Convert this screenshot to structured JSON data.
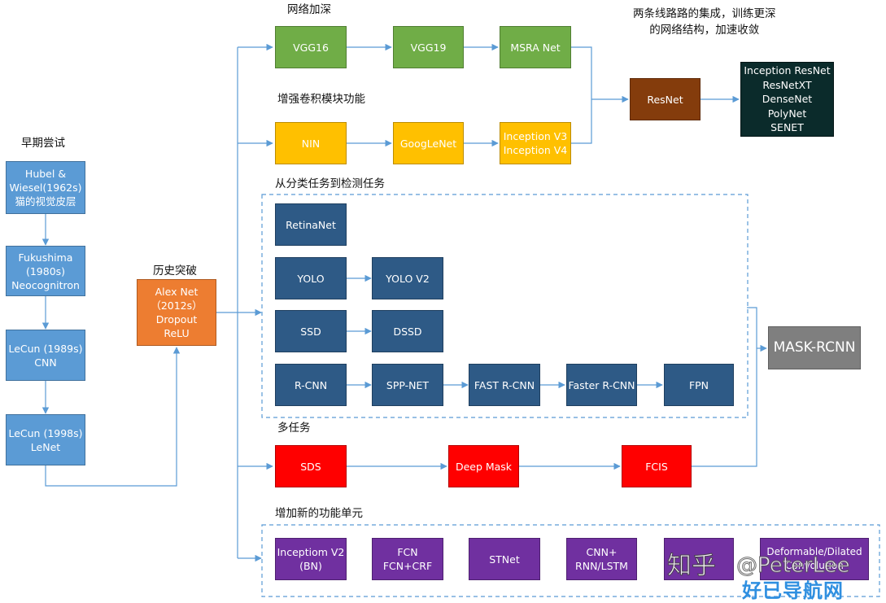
{
  "sections": {
    "early": "早期尝试",
    "breakthrough": "历史突破",
    "deeper": "网络加深",
    "conv_module": "增强卷积模块功能",
    "merge_note": "两条线路路的集成，训练更深\n的网络结构，加速收敛",
    "detection": "从分类任务到检测任务",
    "multitask": "多任务",
    "new_units": "增加新的功能单元"
  },
  "nodes": {
    "hubel": "Hubel &\nWiesel(1962s)\n猫的视觉皮层",
    "fukushima": "Fukushima\n(1980s)\nNeocognitron",
    "lecun89": "LeCun (1989s)\nCNN",
    "lecun98": "LeCun (1998s)\nLeNet",
    "alexnet": "Alex Net\n（2012s）\nDropout\nReLU",
    "vgg16": "VGG16",
    "vgg19": "VGG19",
    "msra": "MSRA Net",
    "nin": "NIN",
    "googlenet": "GoogLeNet",
    "inception_v3v4": "Inception V3\nInception V4",
    "resnet": "ResNet",
    "resnet_family": "Inception ResNet\nResNetXT\nDenseNet\nPolyNet\nSENET",
    "retinanet": "RetinaNet",
    "yolo": "YOLO",
    "yolov2": "YOLO V2",
    "ssd": "SSD",
    "dssd": "DSSD",
    "rcnn": "R-CNN",
    "sppnet": "SPP-NET",
    "fast_rcnn": "FAST R-CNN",
    "faster_rcnn": "Faster R-CNN",
    "fpn": "FPN",
    "mask_rcnn": "MASK-RCNN",
    "sds": "SDS",
    "deepmask": "Deep Mask",
    "fcis": "FCIS",
    "inception_v2": "Inceptiom V2\n(BN)",
    "fcn": "FCN\nFCN+CRF",
    "stnet": "STNet",
    "cnn_rnn": "CNN+\nRNN/LSTM",
    "hidden_purple": "",
    "deformable": "Deformable/Dilated\nConvolution"
  },
  "watermark": {
    "zhihu": "知乎",
    "author": "@PeterLee",
    "site": "好已导航网"
  },
  "colors": {
    "blue": "#5b9bd5",
    "green": "#70ad47",
    "yellow": "#ffc000",
    "orange": "#ed7d31",
    "brown": "#843c0c",
    "dark_teal": "#0b2b2b",
    "navy": "#2e5a86",
    "red": "#ff0000",
    "purple": "#7030a0",
    "gray": "#7f7f7f",
    "connector": "#5b9bd5"
  }
}
